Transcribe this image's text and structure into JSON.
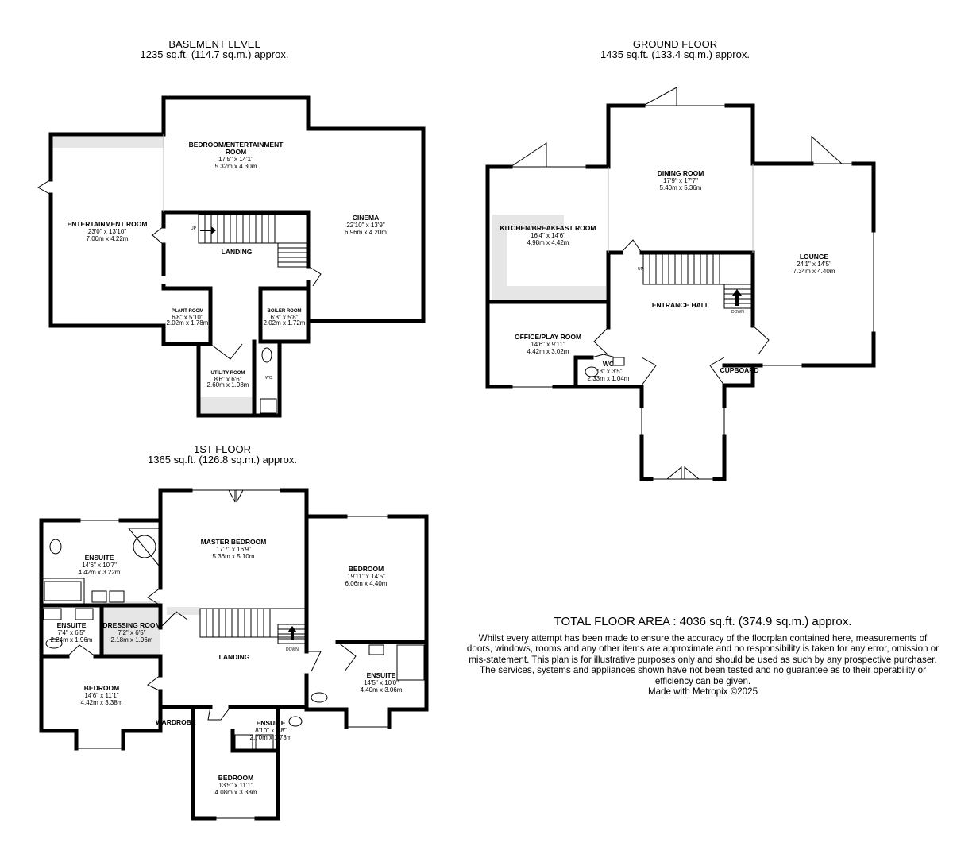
{
  "basement": {
    "title": "BASEMENT LEVEL",
    "area": "1235 sq.ft. (114.7 sq.m.) approx.",
    "rooms": {
      "bedroom_ent": {
        "name1": "BEDROOM/ENTERTAINMENT",
        "name2": "ROOM",
        "imperial": "17'5\"  x 14'1\"",
        "metric": "5.32m  x 4.30m"
      },
      "entertainment": {
        "name": "ENTERTAINMENT ROOM",
        "imperial": "23'0\"  x 13'10\"",
        "metric": "7.00m  x 4.22m"
      },
      "cinema": {
        "name": "CINEMA",
        "imperial": "22'10\"  x 13'9\"",
        "metric": "6.96m  x 4.20m"
      },
      "landing": {
        "name": "LANDING"
      },
      "plant": {
        "name": "PLANT ROOM",
        "imperial": "6'8\"  x 5'10\"",
        "metric": "2.02m  x 1.78m"
      },
      "boiler": {
        "name": "BOILER ROOM",
        "imperial": "6'8\"  x 5'8\"",
        "metric": "2.02m  x 1.72m"
      },
      "utility": {
        "name": "UTILITY ROOM",
        "imperial": "8'6\"  x 6'6\"",
        "metric": "2.60m  x 1.98m"
      }
    },
    "up_label": "UP",
    "wc_label": "WC"
  },
  "ground": {
    "title": "GROUND FLOOR",
    "area": "1435 sq.ft. (133.4 sq.m.) approx.",
    "rooms": {
      "dining": {
        "name": "DINING ROOM",
        "imperial": "17'9\"  x 17'7\"",
        "metric": "5.40m  x 5.36m"
      },
      "kitchen": {
        "name": "KITCHEN/BREAKFAST ROOM",
        "imperial": "16'4\"  x 14'6\"",
        "metric": "4.98m  x 4.42m"
      },
      "lounge": {
        "name": "LOUNGE",
        "imperial": "24'1\"  x 14'5\"",
        "metric": "7.34m  x 4.40m"
      },
      "hall": {
        "name": "ENTRANCE HALL"
      },
      "office": {
        "name": "OFFICE/PLAY ROOM",
        "imperial": "14'6\"  x 9'11\"",
        "metric": "4.42m  x 3.02m"
      },
      "wc": {
        "name": "WC",
        "imperial": "7'8\"  x 3'5\"",
        "metric": "2.33m  x 1.04m"
      },
      "cupboard": {
        "name": "CUPBOARD"
      }
    },
    "up_label": "UP",
    "down_label": "DOWN"
  },
  "first": {
    "title": "1ST FLOOR",
    "area": "1365 sq.ft. (126.8 sq.m.) approx.",
    "rooms": {
      "master": {
        "name": "MASTER BEDROOM",
        "imperial": "17'7\"  x 16'9\"",
        "metric": "5.36m  x 5.10m"
      },
      "ensuite1": {
        "name": "ENSUITE",
        "imperial": "14'6\"  x 10'7\"",
        "metric": "4.42m  x 3.22m"
      },
      "bedroom2": {
        "name": "BEDROOM",
        "imperial": "19'11\"  x 14'5\"",
        "metric": "6.06m  x 4.40m"
      },
      "ensuite2": {
        "name": "ENSUITE",
        "imperial": "7'4\"  x 6'5\"",
        "metric": "2.24m  x 1.96m"
      },
      "dressing": {
        "name": "DRESSING ROOM",
        "imperial": "7'2\"  x 6'5\"",
        "metric": "2.18m  x 1.96m"
      },
      "landing": {
        "name": "LANDING"
      },
      "ensuite3": {
        "name": "ENSUITE",
        "imperial": "14'5\"  x 10'0\"",
        "metric": "4.40m  x 3.06m"
      },
      "bedroom3": {
        "name": "BEDROOM",
        "imperial": "14'6\"  x 11'1\"",
        "metric": "4.42m  x 3.38m"
      },
      "wardrobe": {
        "name": "WARDROBE"
      },
      "ensuite4": {
        "name": "ENSUITE",
        "imperial": "8'10\"  x 5'8\"",
        "metric": "2.70m  x 1.73m"
      },
      "bedroom4": {
        "name": "BEDROOM",
        "imperial": "13'5\"  x 11'1\"",
        "metric": "4.08m  x 3.38m"
      }
    },
    "down_label": "DOWN"
  },
  "summary": {
    "total": "TOTAL FLOOR AREA : 4036 sq.ft. (374.9 sq.m.) approx.",
    "disclaimer": "Whilst every attempt has been made to ensure the accuracy of the floorplan contained here, measurements of doors, windows, rooms and any other items are approximate and no responsibility is taken for any error, omission or mis-statement. This plan is for illustrative purposes only and should be used as such by any prospective purchaser. The services, systems and appliances shown have not been tested and no guarantee as to their operability or efficiency can be given.",
    "credit": "Made with Metropix ©2025"
  },
  "colors": {
    "wall": "#000000",
    "fitting": "#e6e6e6"
  }
}
